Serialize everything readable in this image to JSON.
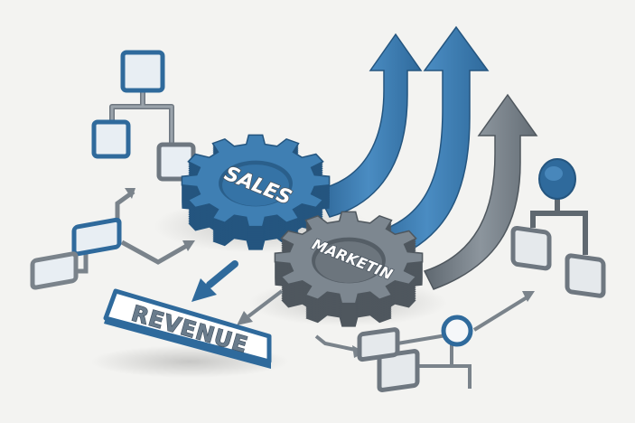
{
  "gears": {
    "sales": {
      "label": "SALES"
    },
    "marketing": {
      "label": "MARKETIN"
    }
  },
  "revenue_box": {
    "label": "REVENUE"
  },
  "colors": {
    "blue": "#3f7fb3",
    "blue_dark": "#2e6694",
    "gray": "#7d8790",
    "gray_dark": "#5e676f",
    "box_fill": "#e9edf0",
    "background": "#f3f3f1"
  },
  "icons": [
    "flowchart-icon",
    "upward-arrow-icon",
    "gear-icon",
    "down-arrow-icon",
    "connector-arrow-icon"
  ]
}
